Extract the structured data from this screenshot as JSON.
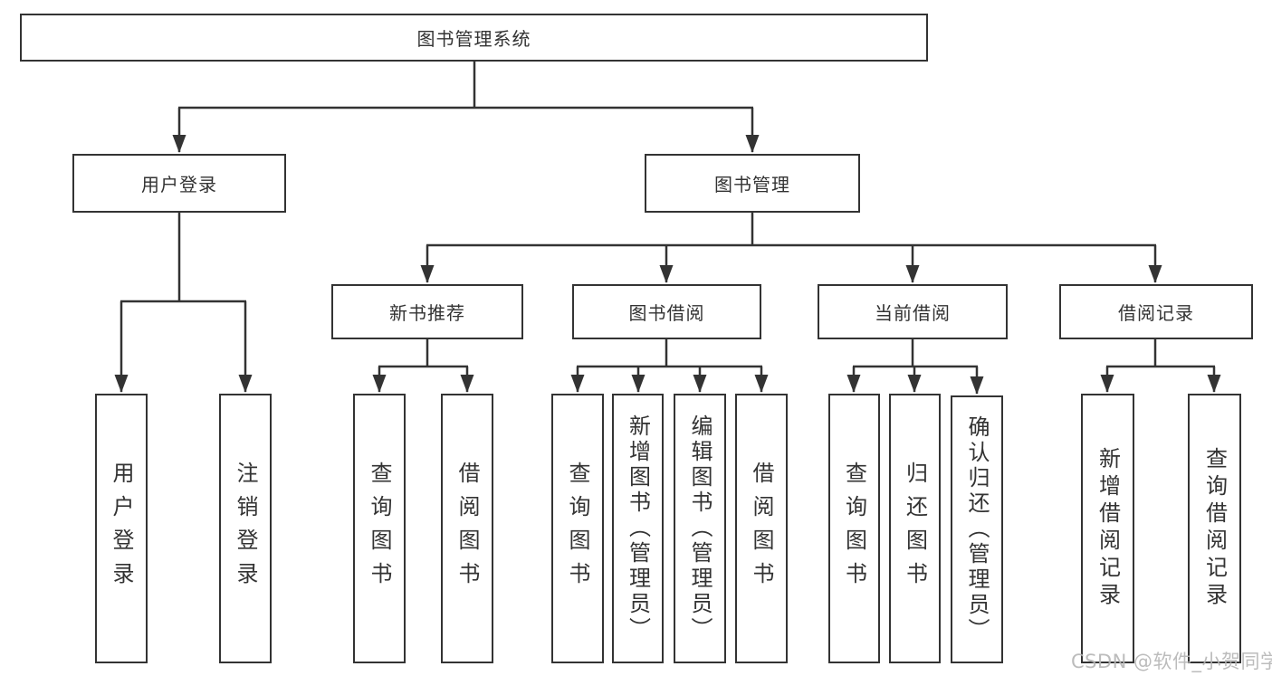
{
  "tree": {
    "root": "图书管理系统",
    "level2": [
      "用户登录",
      "图书管理"
    ],
    "level3": [
      "新书推荐",
      "图书借阅",
      "当前借阅",
      "借阅记录"
    ],
    "leaves": {
      "user_login": [
        "用户登录",
        "注销登录"
      ],
      "new_book": [
        "查询图书",
        "借阅图书"
      ],
      "book_borrow": [
        "查询图书",
        "新增图书（管理员）",
        "编辑图书（管理员）",
        "借阅图书"
      ],
      "current_borrow": [
        "查询图书",
        "归还图书",
        "确认归还（管理员）"
      ],
      "borrow_records": [
        "新增借阅记录",
        "查询借阅记录"
      ]
    }
  },
  "watermark": "CSDN @软件_小贺同学",
  "colors": {
    "line": "#333333",
    "text": "#333333",
    "watermark": "#b5b5b5",
    "background": "#ffffff"
  }
}
